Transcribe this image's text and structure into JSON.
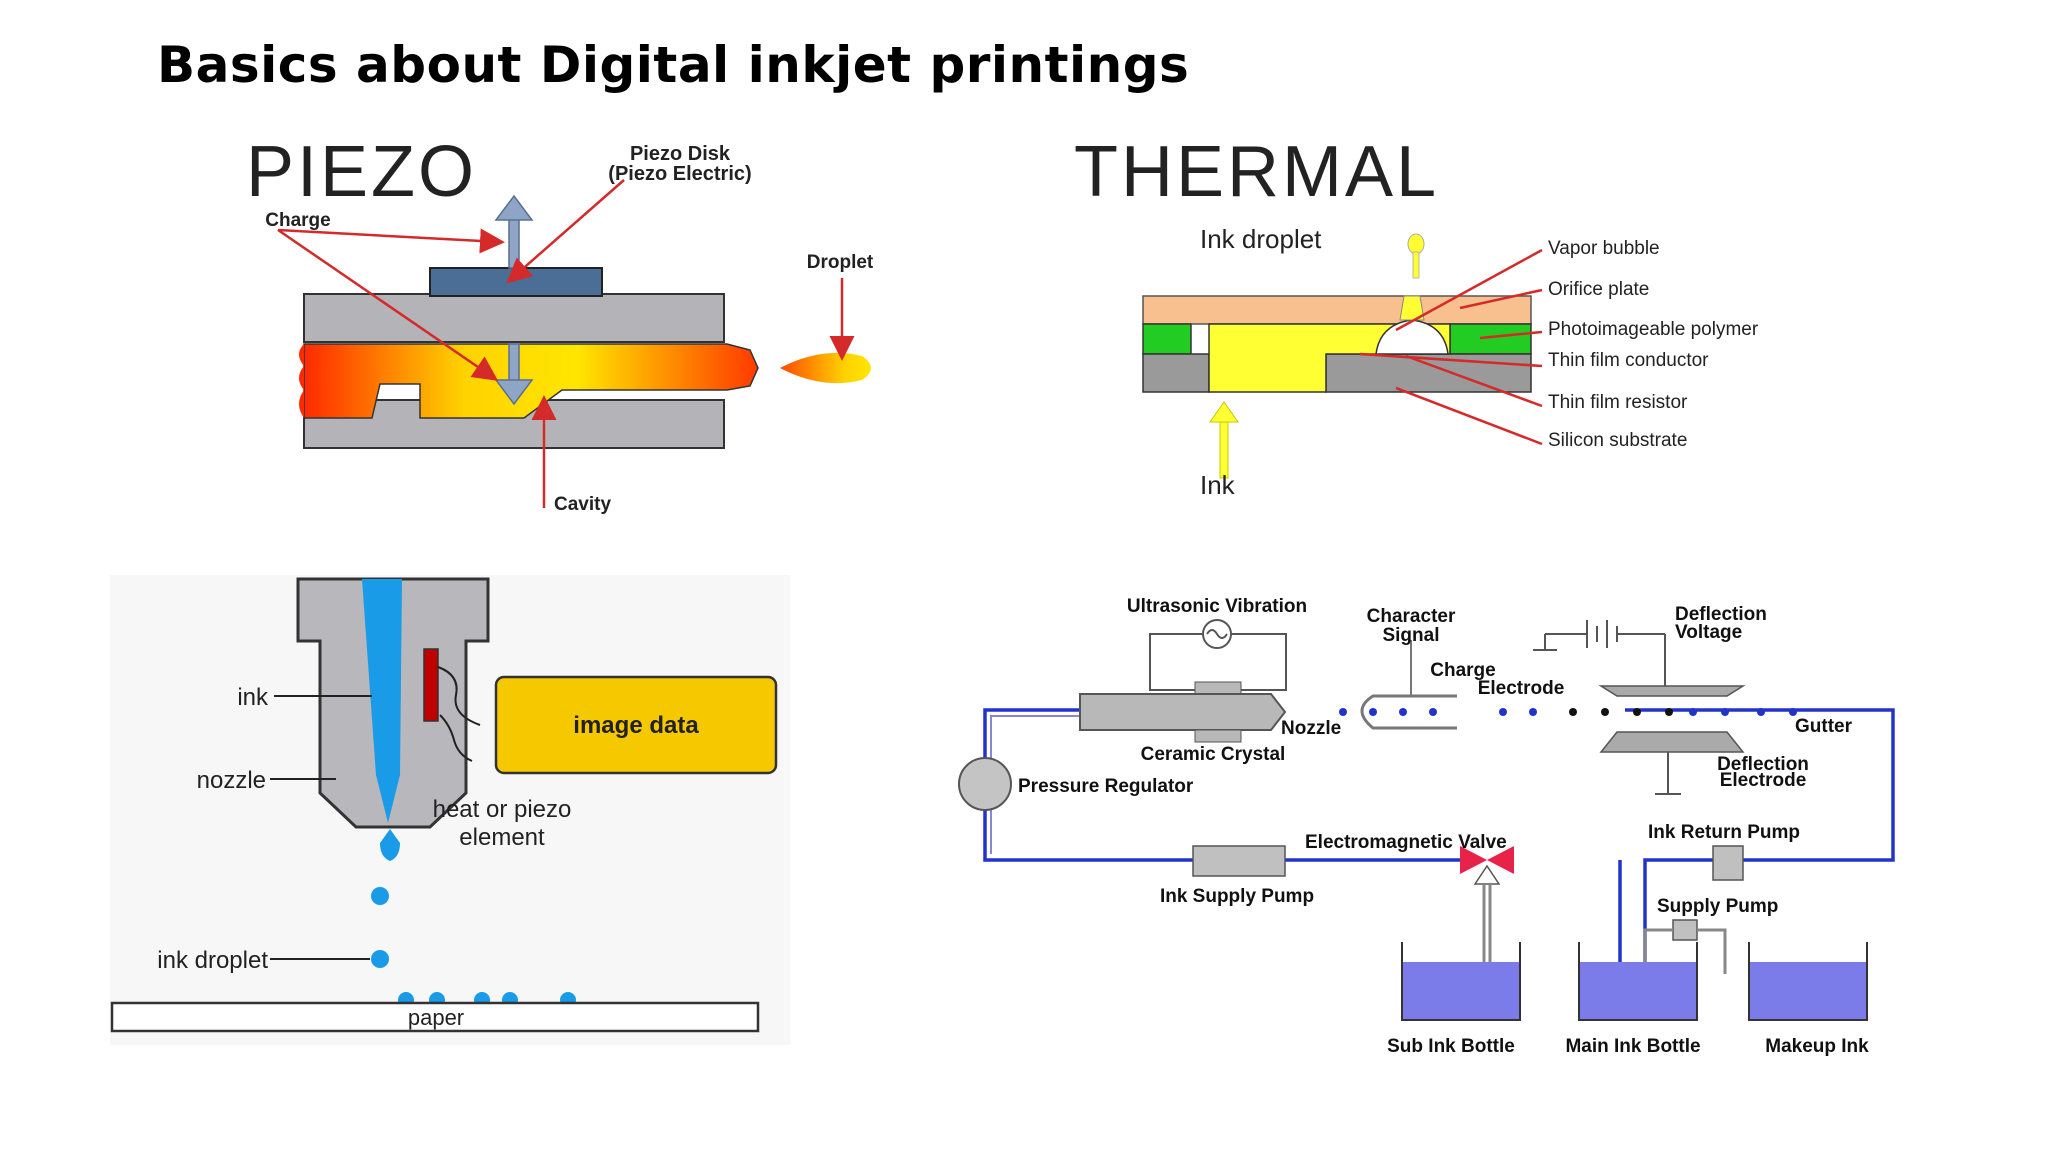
{
  "slide": {
    "title": "Basics about Digital inkjet printings"
  },
  "piezo": {
    "heading": "PIEZO",
    "labels": {
      "disk_line1": "Piezo Disk",
      "disk_line2": "(Piezo Electric)",
      "charge": "Charge",
      "droplet": "Droplet",
      "cavity": "Cavity"
    }
  },
  "thermal": {
    "heading": "THERMAL",
    "labels": {
      "ink_droplet": "Ink droplet",
      "ink": "Ink",
      "vapor_bubble": "Vapor bubble",
      "orifice_plate": "Orifice plate",
      "photoimageable_polymer": "Photoimageable polymer",
      "thin_film_conductor": "Thin film conductor",
      "thin_film_resistor": "Thin film resistor",
      "silicon_substrate": "Silicon substrate"
    }
  },
  "nozzle_diagram": {
    "labels": {
      "ink": "ink",
      "nozzle": "nozzle",
      "image_data": "image data",
      "element_line1": "heat or piezo",
      "element_line2": "element",
      "ink_droplet": "ink droplet",
      "paper": "paper"
    }
  },
  "continuous_inkjet": {
    "labels": {
      "ultrasonic_vibration": "Ultrasonic Vibration",
      "character_line1": "Character",
      "character_line2": "Signal",
      "deflection_voltage_line1": "Deflection",
      "deflection_voltage_line2": "Voltage",
      "charge_electrode_line1": "Charge",
      "charge_electrode_line2": "Electrode",
      "nozzle": "Nozzle",
      "gutter": "Gutter",
      "ceramic_crystal": "Ceramic Crystal",
      "pressure_regulator": "Pressure Regulator",
      "deflection_electrode_line1": "Deflection",
      "deflection_electrode_line2": "Electrode",
      "electromagnetic_valve": "Electromagnetic Valve",
      "ink_return_pump": "Ink Return Pump",
      "ink_supply_pump": "Ink Supply Pump",
      "supply_pump": "Supply Pump",
      "sub_ink_bottle": "Sub Ink Bottle",
      "main_ink_bottle": "Main Ink Bottle",
      "makeup_ink": "Makeup Ink"
    }
  },
  "colors": {
    "arrow_red": "#d42a2a",
    "ink_blue": "#1a9be8",
    "image_data_yellow": "#f6c800",
    "cij_line_blue": "#2233cc",
    "bottle_ink": "#7b7bea",
    "thermal_orange": "#f7c08e",
    "thermal_green": "#22cc22",
    "thermal_yellow": "#ffff33"
  }
}
